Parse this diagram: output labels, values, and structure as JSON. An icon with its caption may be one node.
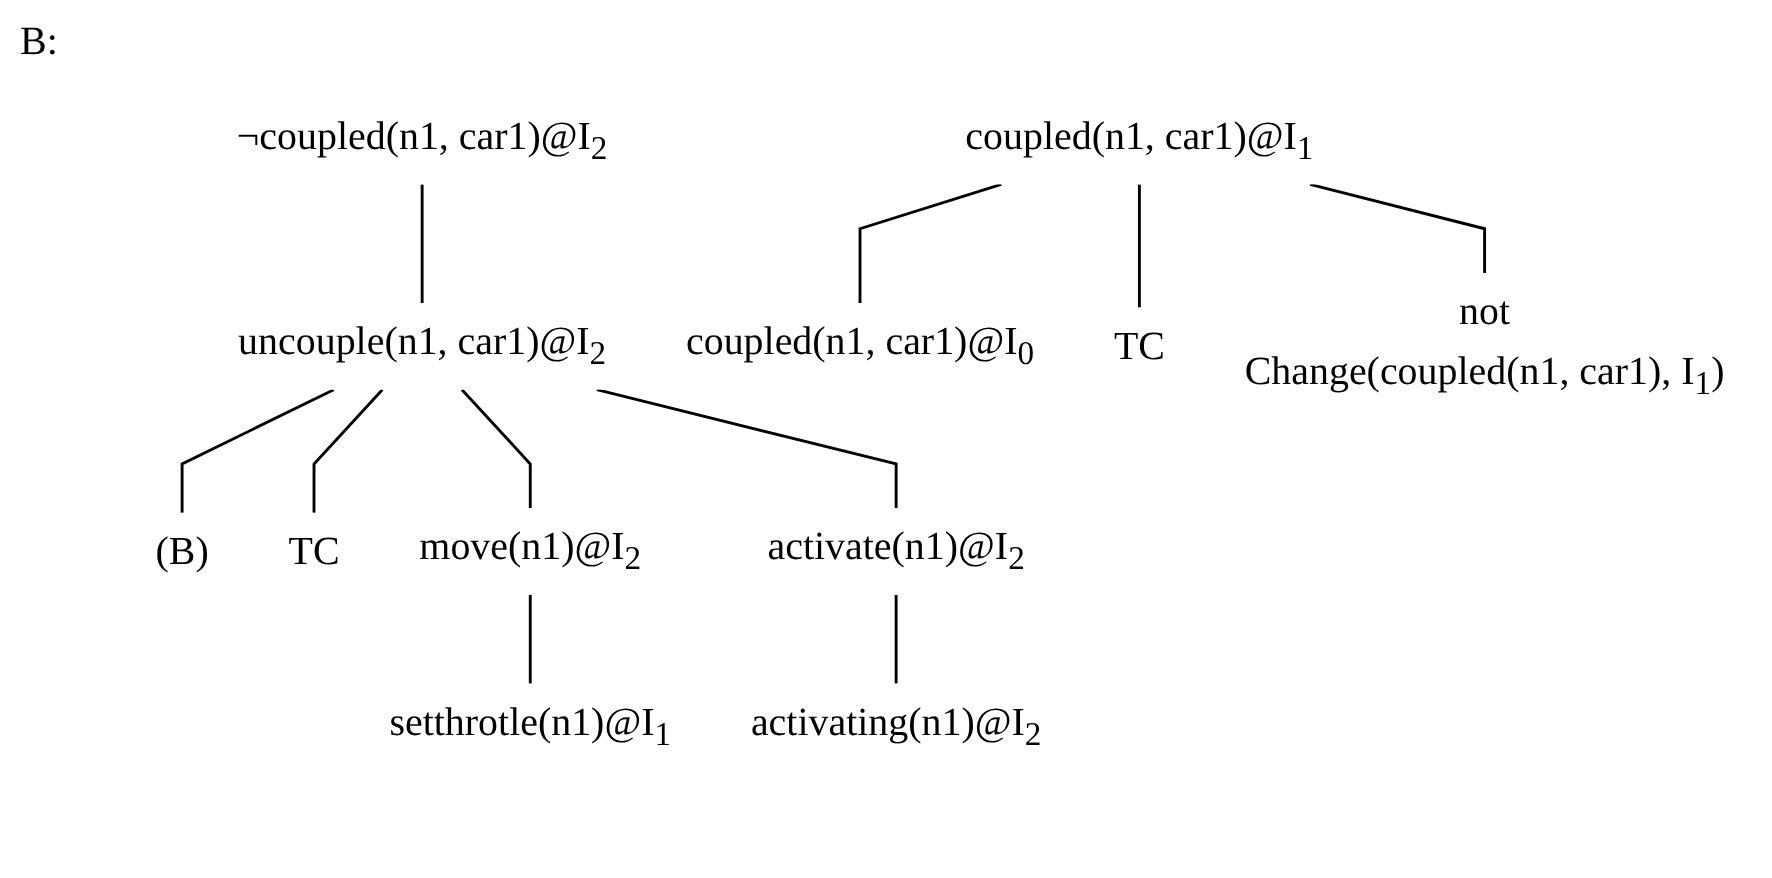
{
  "diagram": {
    "nodes": [
      {
        "text": [
          "¬coupled(n1, car1)@I$_{2}$"
        ]
      },
      {
        "text": [
          "uncouple(n1, car1)@I$_{2}$"
        ]
      },
      {
        "text": [
          "(B)"
        ]
      },
      {
        "text": [
          "TC"
        ]
      },
      {
        "text": [
          "move(n1)@I$_{2}$"
        ]
      },
      {
        "text": [
          "activate(n1)@I$_{2}$"
        ]
      },
      {
        "text": [
          "setthrotle(n1)@I$_{1}$"
        ]
      },
      {
        "text": [
          "activating(n1)@I$_{2}$"
        ]
      },
      {
        "text": [
          "coupled(n1, car1)@I$_{1}$"
        ]
      },
      {
        "text": [
          "coupled(n1, car1)@I$_{0}$"
        ]
      },
      {
        "text": [
          "TC"
        ]
      },
      {
        "text": [
          "not",
          "Change(coupled(n1, car1), I$_{1}$)"
        ]
      }
    ],
    "edges": [
      {
        "from": 0,
        "to": 1,
        "arrow": "none"
      },
      {
        "from": 1,
        "to": 2,
        "arrow": "none"
      },
      {
        "from": 1,
        "to": 3,
        "arrow": "none"
      },
      {
        "from": 1,
        "to": 4,
        "arrow": "none"
      },
      {
        "from": 1,
        "to": 5,
        "arrow": "none"
      },
      {
        "from": 4,
        "to": 6,
        "arrow": "none"
      },
      {
        "from": 5,
        "to": 7,
        "arrow": "none"
      },
      {
        "from": 8,
        "to": 9,
        "arrow": "none"
      },
      {
        "from": 8,
        "to": 10,
        "arrow": "none"
      },
      {
        "from": 8,
        "to": 11,
        "arrow": "none"
      }
    ],
    "labels": [
      "B:"
    ]
  }
}
